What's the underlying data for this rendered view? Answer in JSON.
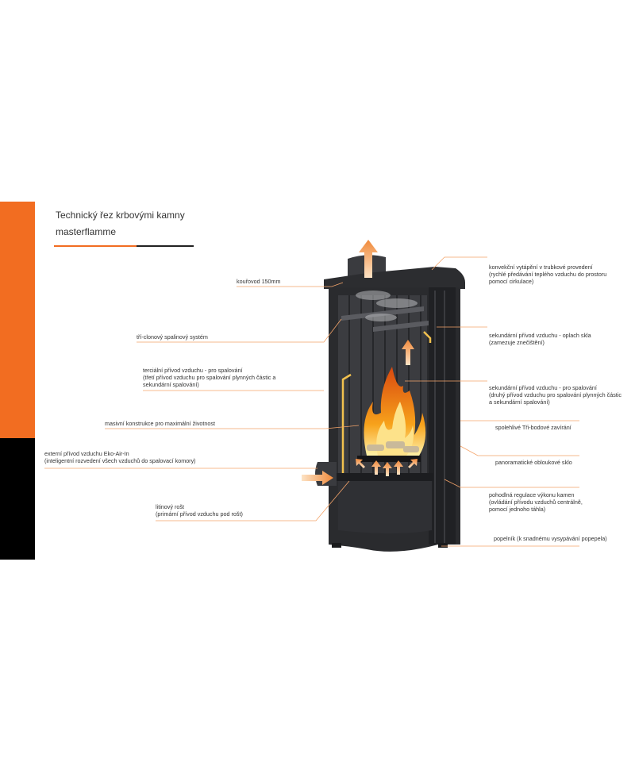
{
  "header": {
    "title": "Technický řez krbovými kamny",
    "subtitle": "masterflamme"
  },
  "colors": {
    "accent": "#f26d21",
    "dark": "#000000",
    "stove": "#2a2b2e",
    "flame": "#f7a21b"
  },
  "labels": {
    "flue": "kouřovod 150mm",
    "baffle": "tří-clonový spalinový systém",
    "tertiary_1": "terciální přívod vzduchu - pro spalování",
    "tertiary_2": "(třetí přívod vzduchu pro spalování plynných částic a",
    "tertiary_3": "sekundární spalování)",
    "construction": "masivní konstrukce pro maximální životnost",
    "external_1": "externí přívod vzduchu Eko-Air-In",
    "external_2": "(inteligentní rozvedení všech vzduchů do spalovací komory)",
    "grate_1": "litinový rošt",
    "grate_2": "(primární přívod  vzduchu pod rošt)",
    "convection_1": "konvekční vytápění v trubkové provedení",
    "convection_2": "(rychlé předávání teplého vzduchu do prostoru",
    "convection_3": "pomocí cirkulace)",
    "glass_wash_1": "sekundární přívod vzduchu -       oplach skla",
    "glass_wash_2": "(zamezuje znečištění)",
    "secondary_1": "sekundární přívod vzduchu -  pro spalování",
    "secondary_2": "(druhý přívod vzduchu pro spalování plynných částic",
    "secondary_3": "a sekundární spalování)",
    "closing": "spolehlivé Tři-bodové zavírání",
    "glass": "panoramatické obloukové sklo",
    "regulation_1": "pohodlná regulace výkonu kamen",
    "regulation_2": "(ovládání přívodu vzduchů centrálně,",
    "regulation_3": "pomocí jednoho táhla)",
    "ashpan": "popelník   (k snadnému vysypávání popepela)"
  }
}
